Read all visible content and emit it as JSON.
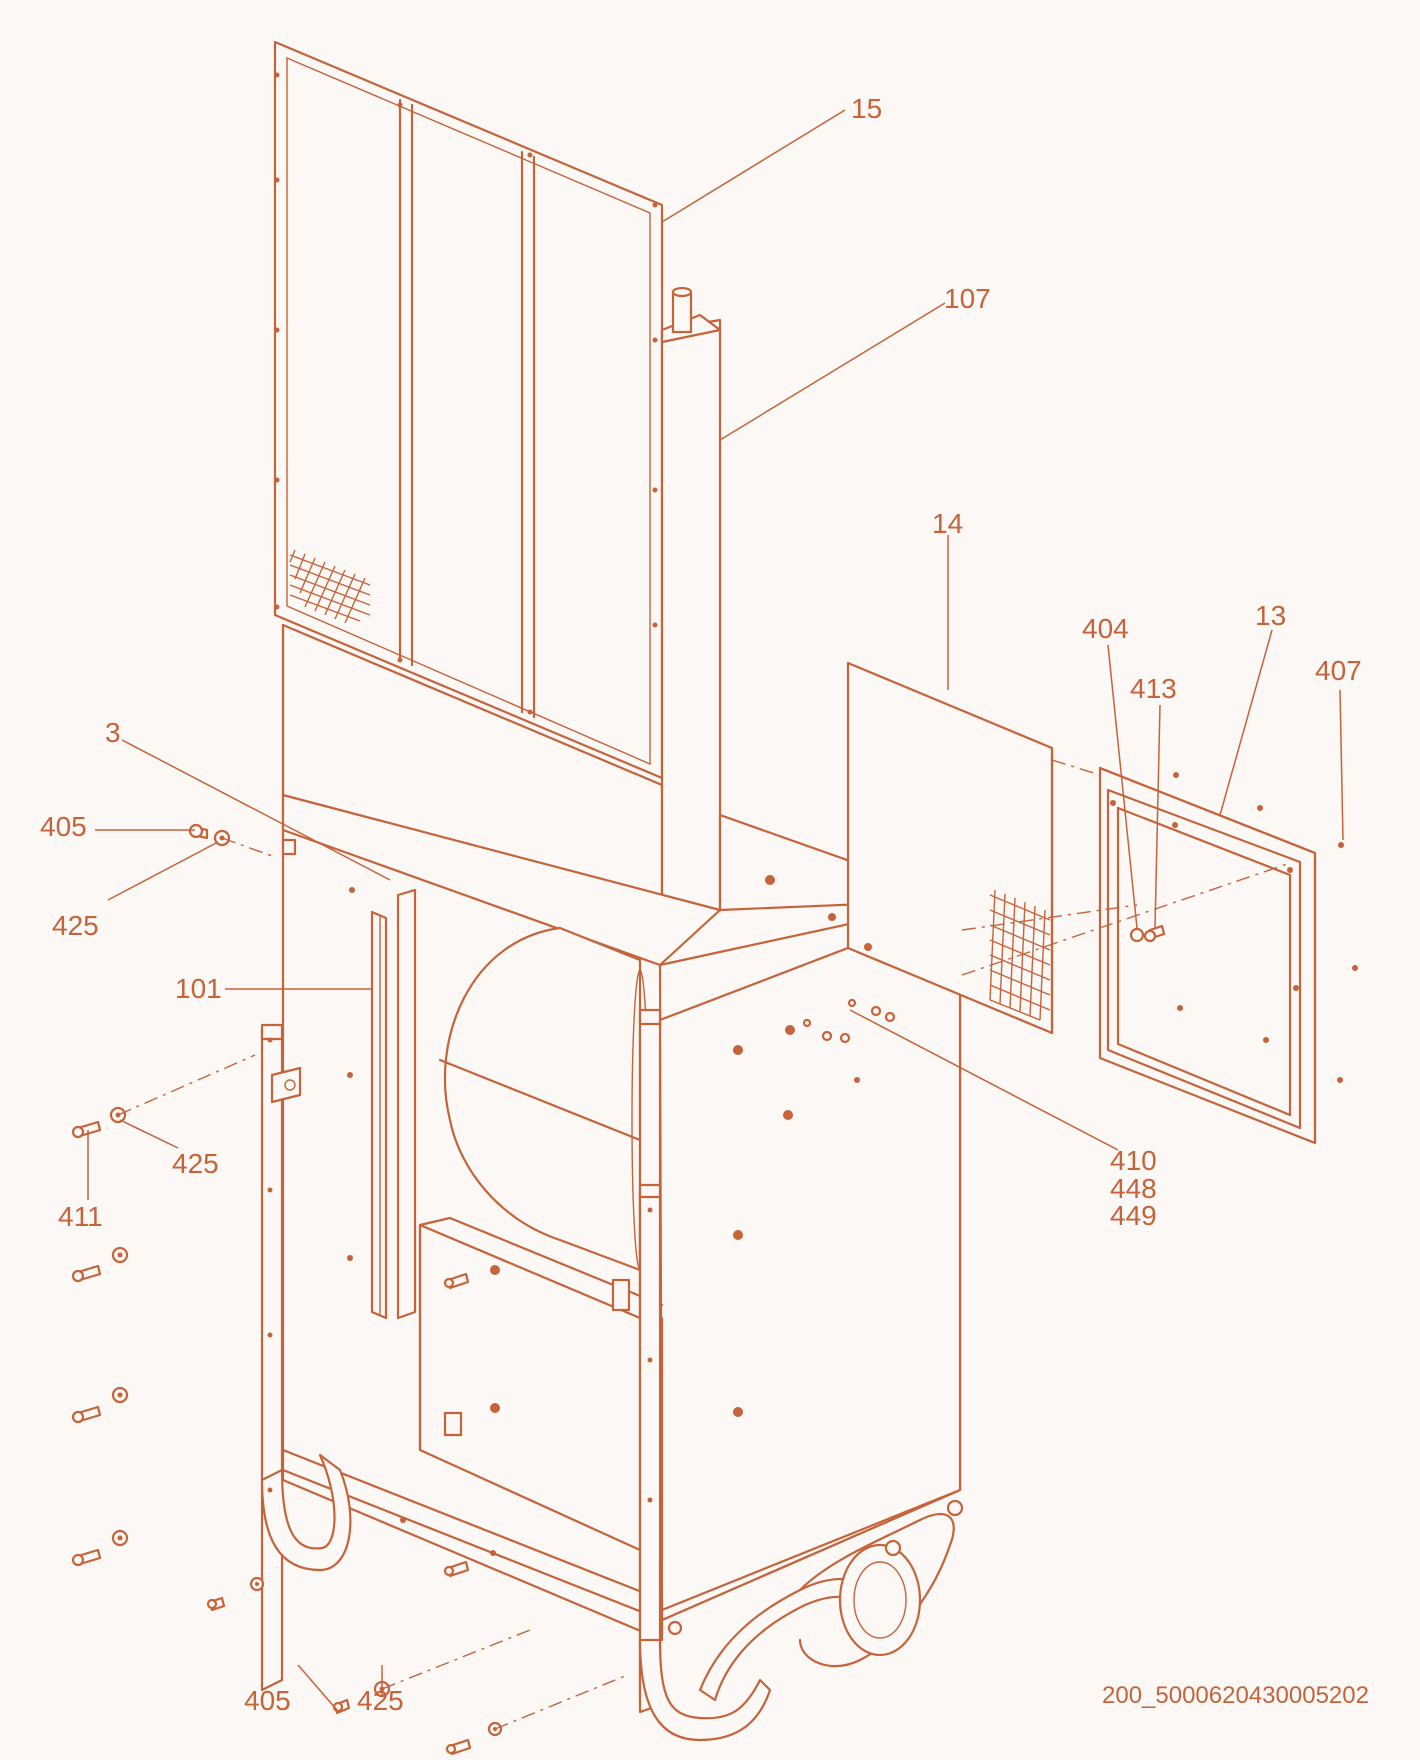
{
  "labels": {
    "l15": "15",
    "l107": "107",
    "l14": "14",
    "l404": "404",
    "l13": "13",
    "l413": "413",
    "l407": "407",
    "l3": "3",
    "l405a": "405",
    "l425a": "425",
    "l101": "101",
    "l425b": "425",
    "l411": "411",
    "l410": "410",
    "l448": "448",
    "l449": "449",
    "l405b": "405",
    "l425c": "425"
  },
  "drawing_number": "200_5000620430005202",
  "colors": {
    "line": "#c5633b",
    "background": "#fbf8f5"
  }
}
